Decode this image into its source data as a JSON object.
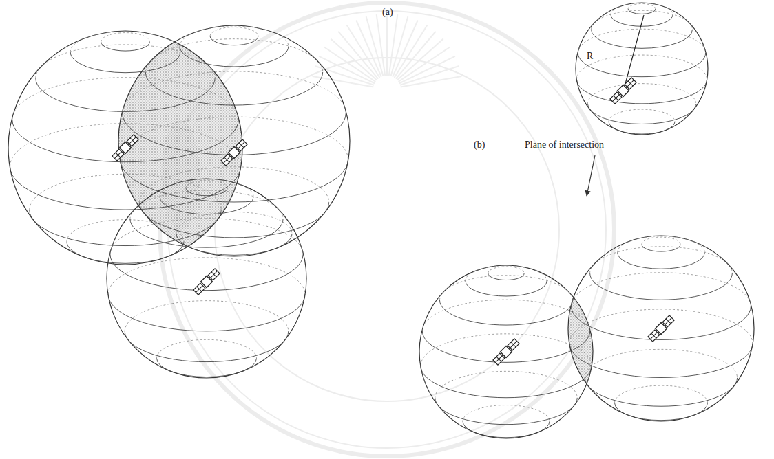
{
  "diagram": {
    "labels": [
      "(a)",
      "R",
      "(b)",
      "Plane of intersection"
    ]
  }
}
